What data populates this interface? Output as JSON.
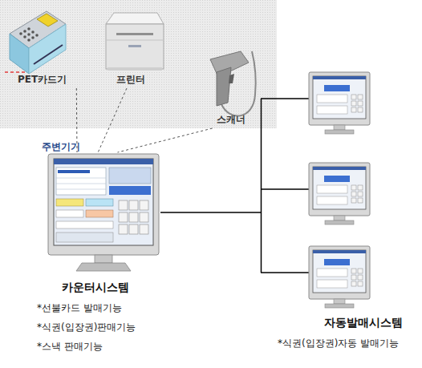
{
  "diagram": {
    "nodes": [
      {
        "text": [
          "주변기기"
        ]
      },
      {
        "text": [
          "PET카드기"
        ],
        "in": 0
      },
      {
        "text": [
          "프린터"
        ],
        "in": 0
      },
      {
        "text": [
          "스캐너"
        ],
        "in": 0
      },
      {
        "text": [
          "카운터시스템",
          "*선불카드 발매기능",
          "*식권(입장권)판매기능",
          "*스낵 판매기능"
        ]
      },
      {
        "text": [
          "자동발매시스템",
          "*식권(입장권)자동 발매기능"
        ]
      }
    ],
    "edges": [
      {
        "from": 1,
        "to": 4,
        "arrow": "none"
      },
      {
        "from": 2,
        "to": 4,
        "arrow": "none"
      },
      {
        "from": 3,
        "to": 4,
        "arrow": "none"
      },
      {
        "from": 4,
        "to": 5,
        "arrow": "none"
      }
    ]
  }
}
